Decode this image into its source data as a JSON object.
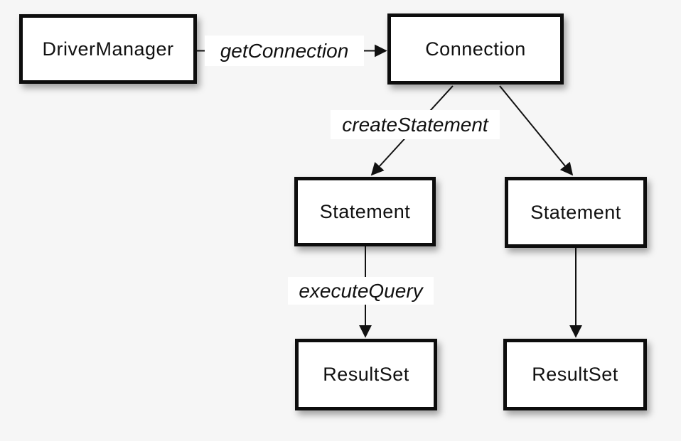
{
  "diagram": {
    "nodes": [
      {
        "id": "driver-manager",
        "label": "DriverManager"
      },
      {
        "id": "connection",
        "label": "Connection"
      },
      {
        "id": "statement-left",
        "label": "Statement"
      },
      {
        "id": "statement-right",
        "label": "Statement"
      },
      {
        "id": "resultset-left",
        "label": "ResultSet"
      },
      {
        "id": "resultset-right",
        "label": "ResultSet"
      }
    ],
    "edges": [
      {
        "from": "driver-manager",
        "to": "connection",
        "label": "getConnection"
      },
      {
        "from": "connection",
        "to": "statement-left",
        "label": "createStatement"
      },
      {
        "from": "connection",
        "to": "statement-right",
        "label": ""
      },
      {
        "from": "statement-left",
        "to": "resultset-left",
        "label": "executeQuery"
      },
      {
        "from": "statement-right",
        "to": "resultset-right",
        "label": ""
      }
    ],
    "colors": {
      "background": "#f6f6f6",
      "box_fill": "#ffffff",
      "box_border": "#0d0d0d",
      "line": "#111111",
      "label_background": "#ffffff",
      "text": "#111111"
    }
  }
}
